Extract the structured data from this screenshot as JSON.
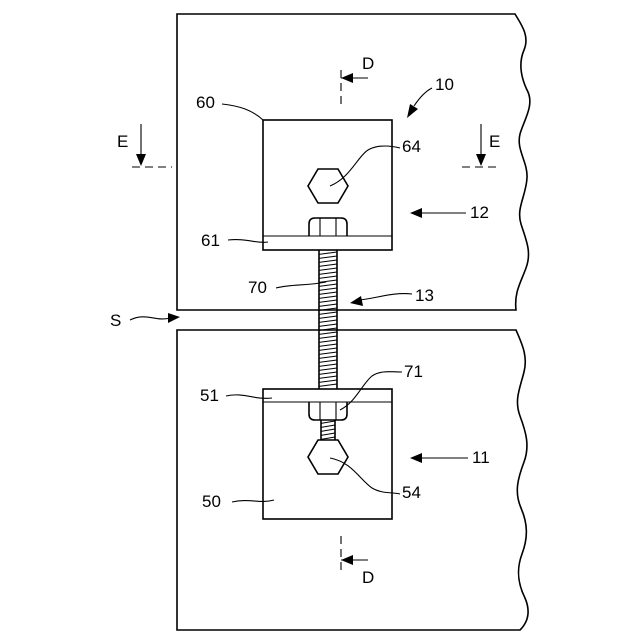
{
  "labels": {
    "ref_10": "10",
    "ref_11": "11",
    "ref_12": "12",
    "ref_13": "13",
    "ref_50": "50",
    "ref_51": "51",
    "ref_54": "54",
    "ref_60": "60",
    "ref_61": "61",
    "ref_64": "64",
    "ref_70": "70",
    "ref_71": "71",
    "gap_S": "S",
    "section_D_top": "D",
    "section_D_bottom": "D",
    "section_E_left": "E",
    "section_E_right": "E"
  }
}
